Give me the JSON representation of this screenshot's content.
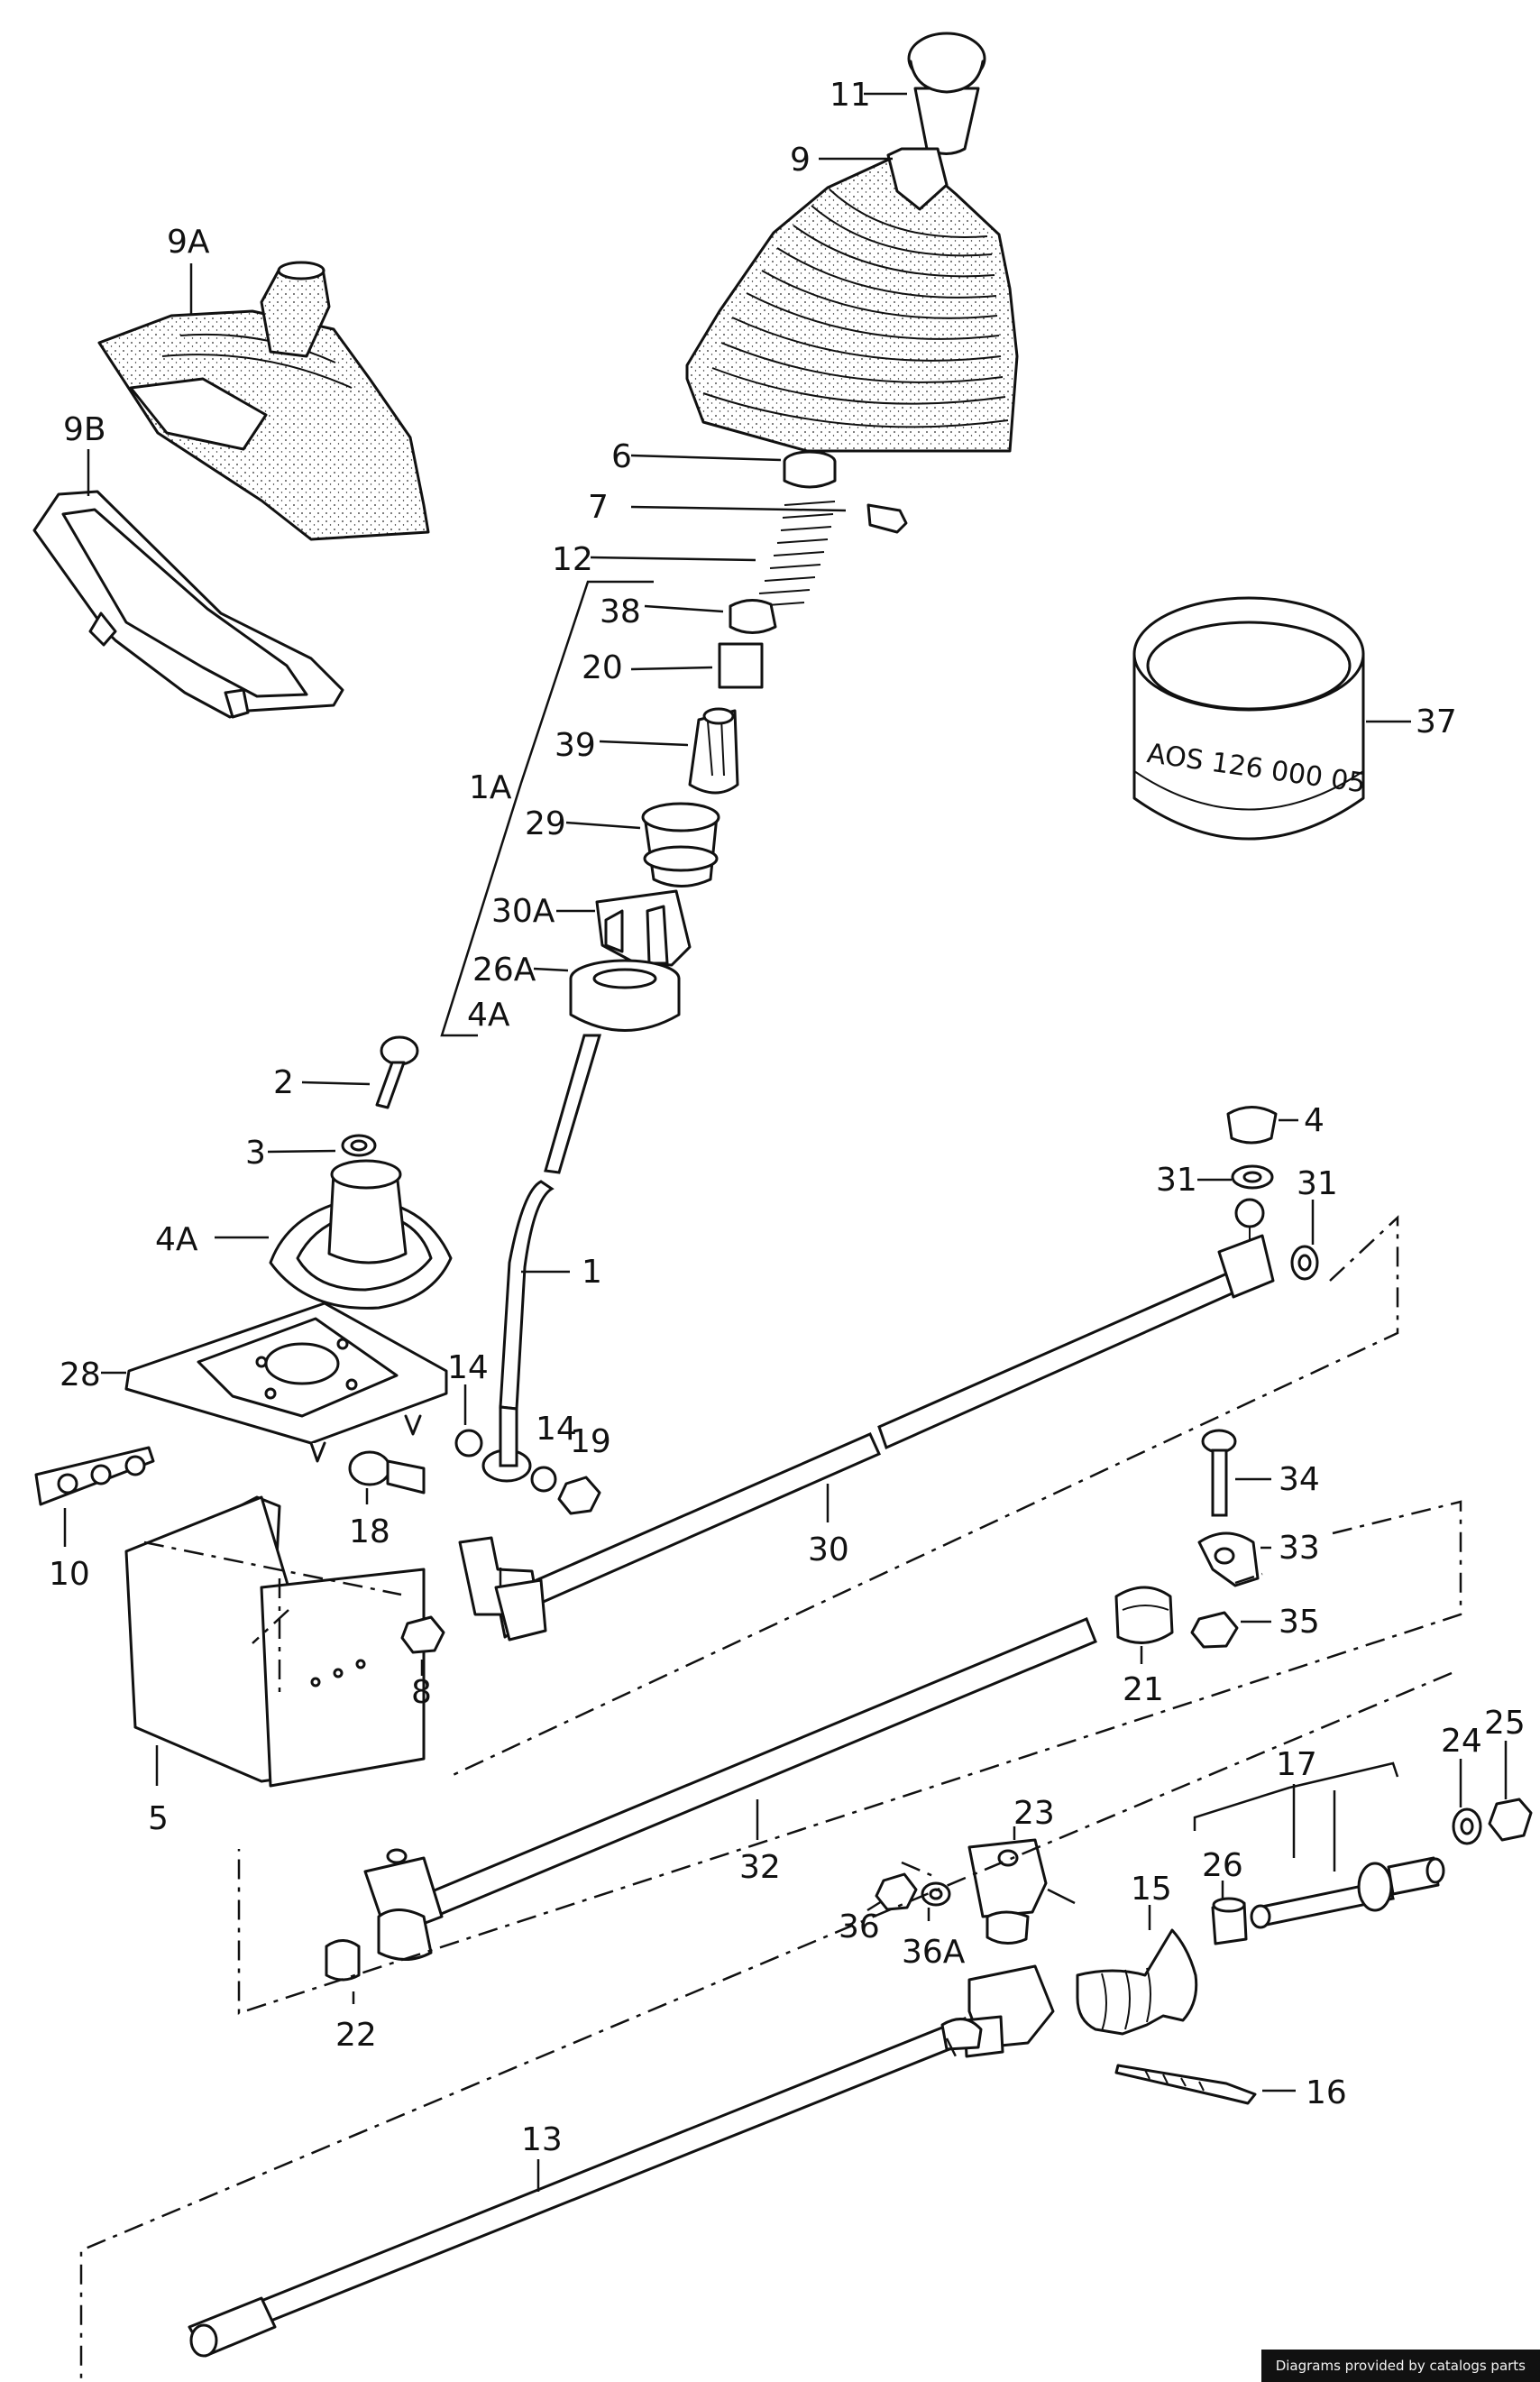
{
  "diagram": {
    "callouts": [
      {
        "id": "11",
        "label": "11"
      },
      {
        "id": "9",
        "label": "9"
      },
      {
        "id": "9A",
        "label": "9A"
      },
      {
        "id": "9B",
        "label": "9B"
      },
      {
        "id": "6",
        "label": "6"
      },
      {
        "id": "7",
        "label": "7"
      },
      {
        "id": "12",
        "label": "12"
      },
      {
        "id": "38",
        "label": "38"
      },
      {
        "id": "20",
        "label": "20"
      },
      {
        "id": "39",
        "label": "39"
      },
      {
        "id": "1A",
        "label": "1A"
      },
      {
        "id": "29",
        "label": "29"
      },
      {
        "id": "30A-top",
        "label": "30A"
      },
      {
        "id": "26A",
        "label": "26A"
      },
      {
        "id": "4A-top",
        "label": "4A"
      },
      {
        "id": "37",
        "label": "37"
      },
      {
        "id": "2",
        "label": "2"
      },
      {
        "id": "3",
        "label": "3"
      },
      {
        "id": "4A",
        "label": "4A"
      },
      {
        "id": "1",
        "label": "1"
      },
      {
        "id": "4",
        "label": "4"
      },
      {
        "id": "31-left",
        "label": "31"
      },
      {
        "id": "31-right",
        "label": "31"
      },
      {
        "id": "28",
        "label": "28"
      },
      {
        "id": "14-a",
        "label": "14"
      },
      {
        "id": "14-b",
        "label": "14"
      },
      {
        "id": "19",
        "label": "19"
      },
      {
        "id": "10",
        "label": "10"
      },
      {
        "id": "18",
        "label": "18"
      },
      {
        "id": "30",
        "label": "30"
      },
      {
        "id": "34",
        "label": "34"
      },
      {
        "id": "33",
        "label": "33"
      },
      {
        "id": "35",
        "label": "35"
      },
      {
        "id": "8",
        "label": "8"
      },
      {
        "id": "21",
        "label": "21"
      },
      {
        "id": "5",
        "label": "5"
      },
      {
        "id": "32",
        "label": "32"
      },
      {
        "id": "17",
        "label": "17"
      },
      {
        "id": "24",
        "label": "24"
      },
      {
        "id": "25",
        "label": "25"
      },
      {
        "id": "23",
        "label": "23"
      },
      {
        "id": "26",
        "label": "26"
      },
      {
        "id": "15",
        "label": "15"
      },
      {
        "id": "36",
        "label": "36"
      },
      {
        "id": "36A",
        "label": "36A"
      },
      {
        "id": "22",
        "label": "22"
      },
      {
        "id": "16",
        "label": "16"
      },
      {
        "id": "13",
        "label": "13"
      }
    ],
    "part_37_marking": "AOS 126 000 05"
  },
  "footer": {
    "credit": "Diagrams provided by catalogs parts"
  }
}
